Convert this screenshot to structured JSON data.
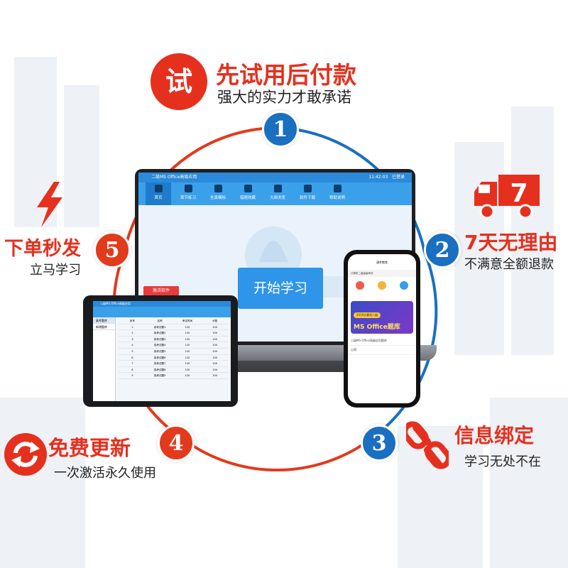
{
  "features": [
    {
      "number": "1",
      "title_badge": "试",
      "title": "先试用后付款",
      "subtitle": "强大的实力才敢承诺",
      "icon": "try-badge-icon"
    },
    {
      "number": "2",
      "title": "7天无理由",
      "subtitle": "不满意全额退款",
      "icon": "truck-7-icon",
      "truck_label": "7"
    },
    {
      "number": "3",
      "title": "信息绑定",
      "subtitle": "学习无处不在",
      "icon": "chain-link-icon"
    },
    {
      "number": "4",
      "title": "免费更新",
      "subtitle": "一次激活永久使用",
      "icon": "refresh-icon"
    },
    {
      "number": "5",
      "title": "下单秒发",
      "subtitle": "立马学习",
      "icon": "lightning-icon"
    }
  ],
  "laptop_app": {
    "title": "二级MS Office高级应用",
    "time": "11:42:03",
    "login": "已登录",
    "tools": [
      "首页",
      "章节练习",
      "全真模拟",
      "错题收藏",
      "大纲浏览",
      "软件下载",
      "帮助说明"
    ],
    "start_button": "开始学习",
    "activate_button": "激活软件"
  },
  "tablet_app": {
    "title": "二级MS Office高级应用",
    "side_items": [
      "真考题库",
      "新增题库"
    ],
    "headers": [
      "序号",
      "名称",
      "考试时间",
      "分数"
    ],
    "rows": [
      [
        "1",
        "真考试题1",
        "120",
        "100"
      ],
      [
        "2",
        "真考试题2",
        "120",
        "100"
      ],
      [
        "3",
        "真考试题3",
        "120",
        "100"
      ],
      [
        "4",
        "真考试题4",
        "120",
        "100"
      ],
      [
        "5",
        "真考试题5",
        "120",
        "100"
      ],
      [
        "6",
        "真考试题6",
        "120",
        "100"
      ],
      [
        "7",
        "真考试题7",
        "120",
        "100"
      ],
      [
        "8",
        "真考试题8",
        "120",
        "100"
      ],
      [
        "9",
        "真考试题9",
        "120",
        "100"
      ]
    ]
  },
  "phone_app": {
    "header": "通考教育",
    "tab": "计算机二级高级考试",
    "banner_tag": "2019计算机二级",
    "banner_title": "MS Office题库",
    "list_item": "二级MS Office高级应用题库",
    "footer": "心得"
  },
  "colors": {
    "blue": "#1a6fc0",
    "red": "#e23a1c"
  }
}
